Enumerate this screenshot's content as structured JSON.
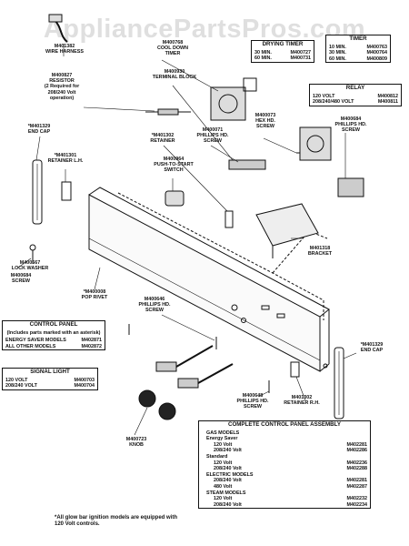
{
  "watermark": "AppliancePartsPros.com",
  "callouts": {
    "wire_harness": {
      "part": "M401382",
      "name": "WIRE HARNESS"
    },
    "resistor": {
      "part": "M400827",
      "name": "RESISTOR",
      "note": "(2 Required for 208/240 Volt operation)"
    },
    "cool_down_timer": {
      "part": "M400768",
      "name": "COOL DOWN TIMER"
    },
    "terminal_block": {
      "part": "M400930",
      "name": "TERMINAL BLOCK"
    },
    "end_cap_left": {
      "part": "*M401329",
      "name": "END CAP"
    },
    "retainer_lh": {
      "part": "*M401301",
      "name": "RETAINER L.H."
    },
    "retainer_center": {
      "part": "*M401302",
      "name": "RETAINER"
    },
    "phillips_screw_1": {
      "part": "M400071",
      "name": "PHILLIPS HD. SCREW"
    },
    "hex_screw": {
      "part": "M400073",
      "name": "HEX HD. SCREW"
    },
    "phillips_screw_2": {
      "part": "M400684",
      "name": "PHILLIPS HD. SCREW"
    },
    "push_to_start": {
      "part": "M400964",
      "name": "PUSH-TO-START SWITCH"
    },
    "lock_washer": {
      "part": "M400667",
      "name": "LOCK WASHER"
    },
    "screw": {
      "part": "M400684",
      "name": "SCREW"
    },
    "bracket": {
      "part": "M401318",
      "name": "BRACKET"
    },
    "pop_rivet": {
      "part": "*M400008",
      "name": "POP RIVET"
    },
    "phillips_screw_3": {
      "part": "M400646",
      "name": "PHILLIPS HD. SCREW"
    },
    "end_cap_right": {
      "part": "*M401329",
      "name": "END CAP"
    },
    "phillips_screw_4": {
      "part": "M400648",
      "name": "PHILLIPS HD. SCREW"
    },
    "retainer_rh": {
      "part": "M401302",
      "name": "RETAINER R.H."
    },
    "knob": {
      "part": "M400723",
      "name": "KNOB"
    }
  },
  "drying_timer": {
    "title": "DRYING TIMER",
    "rows": [
      {
        "label": "30 MIN.",
        "value": "M400727"
      },
      {
        "label": "60 MIN.",
        "value": "M400731"
      }
    ]
  },
  "cool_timer": {
    "title": "TIMER",
    "rows": [
      {
        "label": "10 MIN.",
        "value": "M400763"
      },
      {
        "label": "30 MIN.",
        "value": "M400764"
      },
      {
        "label": "60 MIN.",
        "value": "M400809"
      }
    ]
  },
  "relay": {
    "title": "RELAY",
    "rows": [
      {
        "label": "120 VOLT",
        "value": "M400812"
      },
      {
        "label": "208/240/480 VOLT",
        "value": "M400811"
      }
    ]
  },
  "control_panel": {
    "title": "CONTROL PANEL",
    "note": "(Includes parts marked with an asterisk)",
    "rows": [
      {
        "label": "ENERGY SAVER MODELS",
        "value": "M402871"
      },
      {
        "label": "ALL OTHER MODELS",
        "value": "M402872"
      }
    ]
  },
  "signal_light": {
    "title": "SIGNAL LIGHT",
    "rows": [
      {
        "label": "120 VOLT",
        "value": "M400703"
      },
      {
        "label": "208/240 VOLT",
        "value": "M400704"
      }
    ]
  },
  "assembly": {
    "title": "COMPLETE CONTROL PANEL ASSEMBLY",
    "groups": [
      {
        "heading": "GAS MODELS",
        "sub": "Energy Saver",
        "rows": [
          {
            "label": "120 Volt",
            "value": "M402281"
          },
          {
            "label": "208/240 Volt",
            "value": "M402286"
          }
        ]
      },
      {
        "heading": "",
        "sub": "Standard",
        "rows": [
          {
            "label": "120 Volt",
            "value": "M402236"
          },
          {
            "label": "208/240 Volt",
            "value": "M402288"
          }
        ]
      },
      {
        "heading": "ELECTRIC MODELS",
        "sub": "",
        "rows": [
          {
            "label": "208/240 Volt",
            "value": "M402281"
          },
          {
            "label": "480 Volt",
            "value": "M402287"
          }
        ]
      },
      {
        "heading": "STEAM MODELS",
        "sub": "",
        "rows": [
          {
            "label": "120 Volt",
            "value": "M402232"
          },
          {
            "label": "208/240 Volt",
            "value": "M402234"
          }
        ]
      }
    ]
  },
  "footnote": "*All glow bar ignition models are equipped with 120 Volt controls."
}
